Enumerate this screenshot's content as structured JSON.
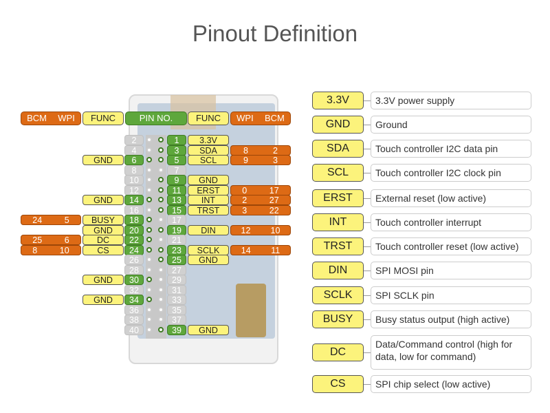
{
  "title": "Pinout Definition",
  "headers": {
    "left_bcm_wpi": [
      "BCM",
      "WPI"
    ],
    "left_func": "FUNC",
    "pin_no": "PIN NO.",
    "right_func": "FUNC",
    "right_wpi_bcm": [
      "WPI",
      "BCM"
    ]
  },
  "rows": [
    {
      "even": "2",
      "even_active": false,
      "odd": "1",
      "odd_active": true,
      "odd_func": "3.3V"
    },
    {
      "even": "4",
      "even_active": false,
      "odd": "3",
      "odd_active": true,
      "odd_func": "SDA",
      "odd_wpi": "8",
      "odd_bcm": "2"
    },
    {
      "even": "6",
      "even_active": true,
      "even_func": "GND",
      "odd": "5",
      "odd_active": true,
      "odd_func": "SCL",
      "odd_wpi": "9",
      "odd_bcm": "3"
    },
    {
      "even": "8",
      "even_active": false,
      "odd": "7",
      "odd_active": false
    },
    {
      "even": "10",
      "even_active": false,
      "odd": "9",
      "odd_active": true,
      "odd_func": "GND"
    },
    {
      "even": "12",
      "even_active": false,
      "odd": "11",
      "odd_active": true,
      "odd_func": "ERST",
      "odd_wpi": "0",
      "odd_bcm": "17"
    },
    {
      "even": "14",
      "even_active": true,
      "even_func": "GND",
      "odd": "13",
      "odd_active": true,
      "odd_func": "INT",
      "odd_wpi": "2",
      "odd_bcm": "27"
    },
    {
      "even": "16",
      "even_active": false,
      "odd": "15",
      "odd_active": true,
      "odd_func": "TRST",
      "odd_wpi": "3",
      "odd_bcm": "22"
    },
    {
      "even": "18",
      "even_active": true,
      "even_func": "BUSY",
      "even_bcm": "24",
      "even_wpi": "5",
      "odd": "17",
      "odd_active": false
    },
    {
      "even": "20",
      "even_active": true,
      "even_func": "GND",
      "odd": "19",
      "odd_active": true,
      "odd_func": "DIN",
      "odd_wpi": "12",
      "odd_bcm": "10"
    },
    {
      "even": "22",
      "even_active": true,
      "even_func": "DC",
      "even_bcm": "25",
      "even_wpi": "6",
      "odd": "21",
      "odd_active": false
    },
    {
      "even": "24",
      "even_active": true,
      "even_func": "CS",
      "even_bcm": "8",
      "even_wpi": "10",
      "odd": "23",
      "odd_active": true,
      "odd_func": "SCLK",
      "odd_wpi": "14",
      "odd_bcm": "11"
    },
    {
      "even": "26",
      "even_active": false,
      "odd": "25",
      "odd_active": true,
      "odd_func": "GND"
    },
    {
      "even": "28",
      "even_active": false,
      "odd": "27",
      "odd_active": false
    },
    {
      "even": "30",
      "even_active": true,
      "even_func": "GND",
      "odd": "29",
      "odd_active": false
    },
    {
      "even": "32",
      "even_active": false,
      "odd": "31",
      "odd_active": false
    },
    {
      "even": "34",
      "even_active": true,
      "even_func": "GND",
      "odd": "33",
      "odd_active": false
    },
    {
      "even": "36",
      "even_active": false,
      "odd": "35",
      "odd_active": false
    },
    {
      "even": "38",
      "even_active": false,
      "odd": "37",
      "odd_active": false
    },
    {
      "even": "40",
      "even_active": false,
      "odd": "39",
      "odd_active": true,
      "odd_func": "GND"
    }
  ],
  "legend": [
    {
      "pin": "3.3V",
      "desc": "3.3V power supply"
    },
    {
      "pin": "GND",
      "desc": "Ground"
    },
    {
      "pin": "SDA",
      "desc": "Touch controller I2C data pin"
    },
    {
      "pin": "SCL",
      "desc": "Touch controller I2C clock pin"
    },
    {
      "pin": "ERST",
      "desc": "External reset (low active)"
    },
    {
      "pin": "INT",
      "desc": "Touch controller interrupt"
    },
    {
      "pin": "TRST",
      "desc": "Touch controller reset (low active)"
    },
    {
      "pin": "DIN",
      "desc": "SPI MOSI pin"
    },
    {
      "pin": "SCLK",
      "desc": "SPI SCLK pin"
    },
    {
      "pin": "BUSY",
      "desc": "Busy status output (high active)"
    },
    {
      "pin": "DC",
      "desc": "Data/Command control (high for data, low for command)"
    },
    {
      "pin": "CS",
      "desc": "SPI chip select (low active)"
    }
  ]
}
